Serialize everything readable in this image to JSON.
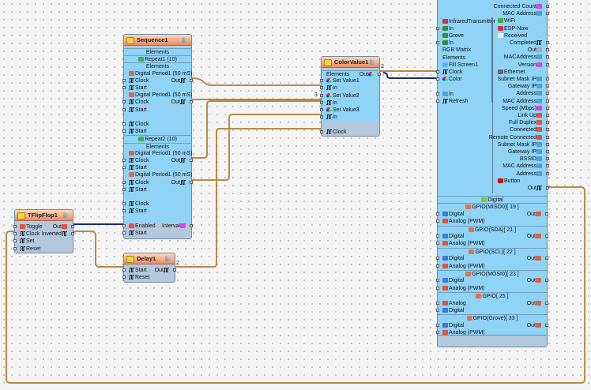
{
  "colors": {
    "wire": "#b98b45",
    "wire_blue": "#1b2a7a",
    "body": "#b4c8dc",
    "section": "#8fd3f7"
  },
  "components": {
    "sequence": {
      "title": "Sequence1",
      "rows": [
        {
          "t": "sec",
          "c": "Elements"
        },
        {
          "t": "sec",
          "c": "Repeat1 (10)",
          "ci": "repeat-icon"
        },
        {
          "t": "sec",
          "c": "Elements"
        },
        {
          "t": "lb",
          "l": "Digital Period1 (50 mS)",
          "li": "period-icon"
        },
        {
          "t": "lb",
          "l": "Clock",
          "li": "clock-icon",
          "r": "Out",
          "ri": "clock-icon"
        },
        {
          "t": "lb",
          "l": "Start",
          "li": "clock-icon"
        },
        {
          "t": "lb",
          "l": "Digital Period1 (50 mS)",
          "li": "period-icon"
        },
        {
          "t": "lb",
          "l": "Clock",
          "li": "clock-icon",
          "r": "Out",
          "ri": "clock-icon"
        },
        {
          "t": "lb",
          "l": "Start",
          "li": "clock-icon"
        },
        {
          "t": "lb"
        },
        {
          "t": "lb",
          "l": "Clock",
          "li": "clock-icon"
        },
        {
          "t": "lb",
          "l": "Start",
          "li": "clock-icon"
        },
        {
          "t": "sec",
          "c": "Repeat2 (10)",
          "ci": "repeat-icon"
        },
        {
          "t": "sec",
          "c": "Elements"
        },
        {
          "t": "lb",
          "l": "Digital Period1 (50 mS)",
          "li": "period-icon"
        },
        {
          "t": "lb",
          "l": "Clock",
          "li": "clock-icon",
          "r": "Out",
          "ri": "clock-icon"
        },
        {
          "t": "lb",
          "l": "Start",
          "li": "clock-icon"
        },
        {
          "t": "lb",
          "l": "Digital Period1 (50 mS)",
          "li": "period-icon"
        },
        {
          "t": "lb",
          "l": "Clock",
          "li": "clock-icon",
          "r": "Out",
          "ri": "clock-icon"
        },
        {
          "t": "lb",
          "l": "Start",
          "li": "clock-icon"
        },
        {
          "t": "lb"
        },
        {
          "t": "lb",
          "l": "Clock",
          "li": "clock-icon"
        },
        {
          "t": "lb",
          "l": "Start",
          "li": "clock-icon"
        },
        {
          "t": "lb"
        },
        {
          "t": "p",
          "l": "Enabled",
          "li": "boolean-icon",
          "r": "Interval",
          "ri": "u32-icon"
        },
        {
          "t": "p",
          "l": "Start",
          "li": "clock-icon"
        }
      ]
    },
    "colorvalue": {
      "title": "ColorValue1",
      "rows": [
        {
          "t": "sec",
          "l": "Elements",
          "r": "Out",
          "ri": "color-icon"
        },
        {
          "t": "lb",
          "l": "Set Value1",
          "li": "color-icon"
        },
        {
          "t": "lb",
          "l": "In",
          "li": "clock-icon"
        },
        {
          "t": "lb",
          "l": "Set Value2",
          "li": "color-icon"
        },
        {
          "t": "lb",
          "l": "In",
          "li": "clock-icon"
        },
        {
          "t": "lb",
          "l": "Set Value3",
          "li": "color-icon"
        },
        {
          "t": "lb",
          "l": "In",
          "li": "clock-icon"
        },
        {
          "t": "p"
        },
        {
          "t": "p",
          "l": "Clock",
          "li": "clock-icon"
        }
      ]
    },
    "flipflop": {
      "title": "TFlipFlop1",
      "rows": [
        {
          "t": "p",
          "l": "Toggle",
          "li": "boolean-icon",
          "r": "Out",
          "ri": "boolean-icon"
        },
        {
          "t": "p",
          "l": "Clock",
          "li": "clock-icon",
          "r": "Inverted",
          "ri": "clock-icon"
        },
        {
          "t": "p",
          "l": "Set",
          "li": "clock-icon"
        },
        {
          "t": "p",
          "l": "Reset",
          "li": "clock-icon"
        }
      ]
    },
    "delay": {
      "title": "Delay1",
      "rows": [
        {
          "t": "p",
          "l": "Start",
          "li": "clock-icon",
          "r": "Out",
          "ri": "clock-icon"
        },
        {
          "t": "p",
          "l": "Reset",
          "li": "clock-icon"
        }
      ]
    },
    "board": {
      "right": [
        {
          "r": "Connected Count",
          "ri": "u32-icon"
        },
        {
          "r": "MAC Address",
          "ri": "text-icon"
        },
        {
          "l": "WiFi",
          "li": "wifi-icon"
        },
        {
          "l": "ESP-Now",
          "li": "espnow-icon"
        },
        {
          "l": "Received",
          "li": "mail-icon"
        },
        {
          "r": "Completed",
          "ri": "clock-icon"
        },
        {
          "r": "Out",
          "ri": "binary-icon"
        },
        {
          "r": "MACAddress",
          "ri": "text-icon"
        },
        {
          "r": "Version",
          "ri": "u32-icon"
        },
        {
          "l": "Ethernet",
          "li": "ethernet-icon"
        },
        {
          "r": "Subnet Mask IP",
          "ri": "text-icon"
        },
        {
          "r": "Gateway IP",
          "ri": "text-icon"
        },
        {
          "r": "Address",
          "ri": "text-icon"
        },
        {
          "r": "MAC Address",
          "ri": "text-icon"
        },
        {
          "r": "Speed (Mbps)",
          "ri": "u32-icon"
        },
        {
          "r": "Link Up",
          "ri": "boolean-icon"
        },
        {
          "r": "Full Duplex",
          "ri": "boolean-icon"
        },
        {
          "r": "Connected",
          "ri": "boolean-icon"
        },
        {
          "r": "Remote Connected",
          "ri": "boolean-icon"
        },
        {
          "r": "Subnet Mask IP",
          "ri": "text-icon"
        },
        {
          "r": "Gateway IP",
          "ri": "text-icon"
        },
        {
          "r": "BSSID",
          "ri": "text-icon"
        },
        {
          "r": "MAC Address",
          "ri": "text-icon"
        },
        {
          "r": "Address",
          "ri": "text-icon"
        },
        {
          "l": "Button",
          "li": "button-icon"
        },
        {
          "r": "Out",
          "ri": "clock-icon"
        }
      ],
      "left": [
        {
          "l": "InfraredTransmitter",
          "li": "infrared-icon"
        },
        {
          "l": "In",
          "li": "plug-icon"
        },
        {
          "l": "Grove",
          "li": "grove-icon"
        },
        {
          "l": "In",
          "li": "plug-icon"
        },
        {
          "l": "RGB Matrix"
        },
        {
          "l": "Elements"
        },
        {
          "l": "Fill Screen1",
          "li": "fill-icon"
        },
        {
          "l": "Clock",
          "li": "clock-icon"
        },
        {
          "l": "Color",
          "li": "color-icon"
        },
        {},
        {
          "l": "In",
          "li": "text-icon"
        },
        {
          "l": "Refresh",
          "li": "clock-icon"
        }
      ],
      "bottom": [
        {
          "c": "Digital",
          "ci": "digital-icon"
        },
        {
          "c": "GPIO(MISO0)[ 19 ]",
          "ci": "gpio-icon"
        },
        {
          "l": "Digital",
          "li": "digital-in-icon",
          "r": "Out",
          "ri": "analog-out-icon"
        },
        {
          "l": "Analog (PWM)",
          "li": "analog-icon"
        },
        {
          "c": "GPIO(SDA)[ 21 ]",
          "ci": "gpio-icon"
        },
        {
          "l": "Digital",
          "li": "digital-in-icon",
          "r": "Out",
          "ri": "analog-out-icon"
        },
        {
          "l": "Analog (PWM)",
          "li": "analog-icon"
        },
        {
          "c": "GPIO(SCL)[ 22 ]",
          "ci": "gpio-icon"
        },
        {
          "l": "Digital",
          "li": "digital-in-icon",
          "r": "Out",
          "ri": "analog-out-icon"
        },
        {
          "l": "Analog (PWM)",
          "li": "analog-icon"
        },
        {
          "c": "GPIO(MOSI0)[ 23 ]",
          "ci": "gpio-icon"
        },
        {
          "l": "Digital",
          "li": "digital-in-icon",
          "r": "Out",
          "ri": "analog-out-icon"
        },
        {
          "l": "Analog (PWM)",
          "li": "analog-icon"
        },
        {
          "c": "GPIO[ 25 ]",
          "ci": "gpio-icon"
        },
        {
          "l": "Analog",
          "li": "analog-icon",
          "r": "Out",
          "ri": "analog-out-icon"
        },
        {
          "l": "Digital",
          "li": "digital-in-icon"
        },
        {
          "c": "GPIO(Grove)[ 33 ]",
          "ci": "gpio-icon"
        },
        {
          "l": "Digital",
          "li": "digital-in-icon",
          "r": "Out",
          "ri": "analog-out-icon"
        },
        {
          "l": "Analog (PWM)",
          "li": "analog-icon"
        }
      ]
    }
  },
  "wire_labels": {
    "colorvalue_out": "2",
    "set_value2_in": "3",
    "delay_out": "2"
  }
}
